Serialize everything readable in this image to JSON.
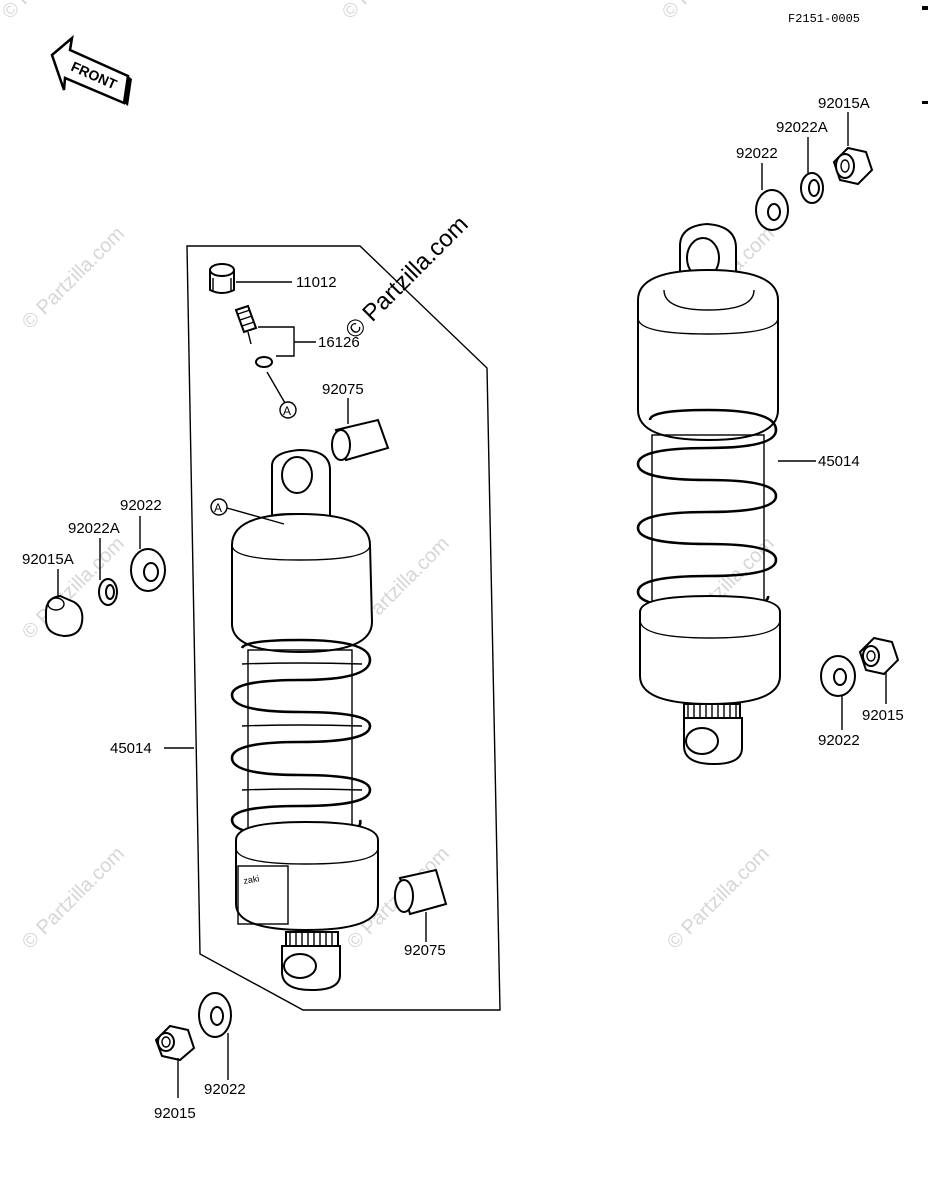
{
  "diagram_code": "F2151-0005",
  "front_label": "FRONT",
  "watermark": "© Partzilla.com",
  "callout_letter": "A",
  "stamp": "zaki",
  "parts": {
    "p11012": "11012",
    "p16126": "16126",
    "p92075_top": "92075",
    "p92075_bottom": "92075",
    "p45014_left": "45014",
    "p45014_right": "45014",
    "p92022_left_top": "92022",
    "p92022A_left": "92022A",
    "p92015A_left": "92015A",
    "p92022_left_bottom": "92022",
    "p92015_left_bottom": "92015",
    "p92015A_right": "92015A",
    "p92022A_right": "92022A",
    "p92022_right_top": "92022",
    "p92022_right_bottom": "92022",
    "p92015_right_bottom": "92015"
  }
}
